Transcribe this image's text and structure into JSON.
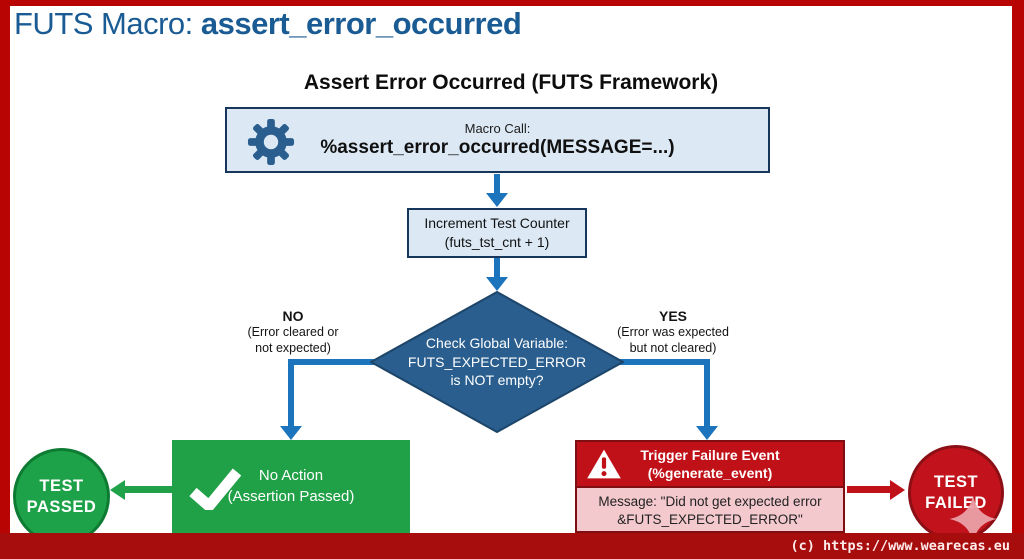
{
  "page": {
    "title_prefix": "FUTS Macro: ",
    "title_macro": "assert_error_occurred",
    "copyright": "(c) https://www.wearecas.eu"
  },
  "diagram": {
    "heading": "Assert Error Occurred (FUTS Framework)",
    "macro_call": {
      "icon": "gear-icon",
      "label": "Macro Call:",
      "code": "%assert_error_occurred(MESSAGE=...)"
    },
    "increment": {
      "line1": "Increment Test Counter",
      "line2": "(futs_tst_cnt + 1)"
    },
    "decision": {
      "line1": "Check Global Variable:",
      "line2": "FUTS_EXPECTED_ERROR",
      "line3": "is NOT empty?"
    },
    "no_branch": {
      "label": "NO",
      "desc1": "(Error cleared or",
      "desc2": "not expected)"
    },
    "yes_branch": {
      "label": "YES",
      "desc1": "(Error was expected",
      "desc2": "but not cleared)"
    },
    "pass_action": {
      "icon": "checkmark-icon",
      "line1": "No Action",
      "line2": "(Assertion Passed)"
    },
    "fail_action": {
      "icon": "warning-triangle-icon",
      "line1": "Trigger Failure Event",
      "line2": "(%generate_event)",
      "msg1": "Message: \"Did not get expected error",
      "msg2": "&FUTS_EXPECTED_ERROR\""
    },
    "pass_terminal": {
      "line1": "TEST",
      "line2": "PASSED"
    },
    "fail_terminal": {
      "line1": "TEST",
      "line2": "FAILED"
    }
  },
  "colors": {
    "title_blue": "#1a5b94",
    "arrow_blue": "#1b74bc",
    "box_fill": "#dce9f5",
    "box_border": "#16365c",
    "diamond_fill": "#2a5e8e",
    "pass_green": "#21a147",
    "pass_green_dark": "#0e7b33",
    "fail_red": "#c01018",
    "fail_red_dark": "#7e0e12",
    "message_pink": "#f3c9cd",
    "frame_red": "#b90404",
    "band_red": "#a80d0d"
  }
}
